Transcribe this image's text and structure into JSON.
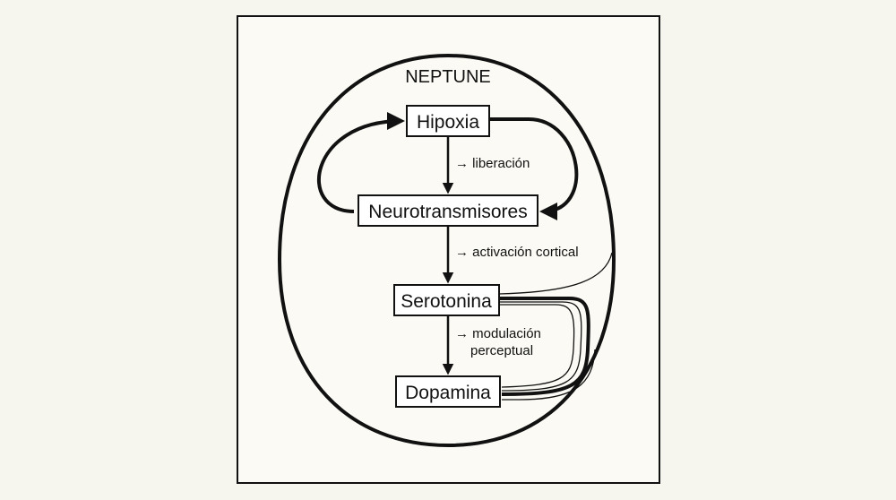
{
  "title": "NEPTUNE",
  "nodes": {
    "hipoxia": "Hipoxia",
    "neurotransmisores": "Neurotransmisores",
    "serotonina": "Serotonina",
    "dopamina": "Dopamina"
  },
  "annotations": {
    "liberacion": "→ liberación",
    "activacion": "→ activación cortical",
    "modulacion_line1": "→ modulación",
    "modulacion_line2": "perceptual"
  },
  "colors": {
    "background": "#f7f6ee",
    "panel": "#fbfaf4",
    "ink": "#111111"
  }
}
